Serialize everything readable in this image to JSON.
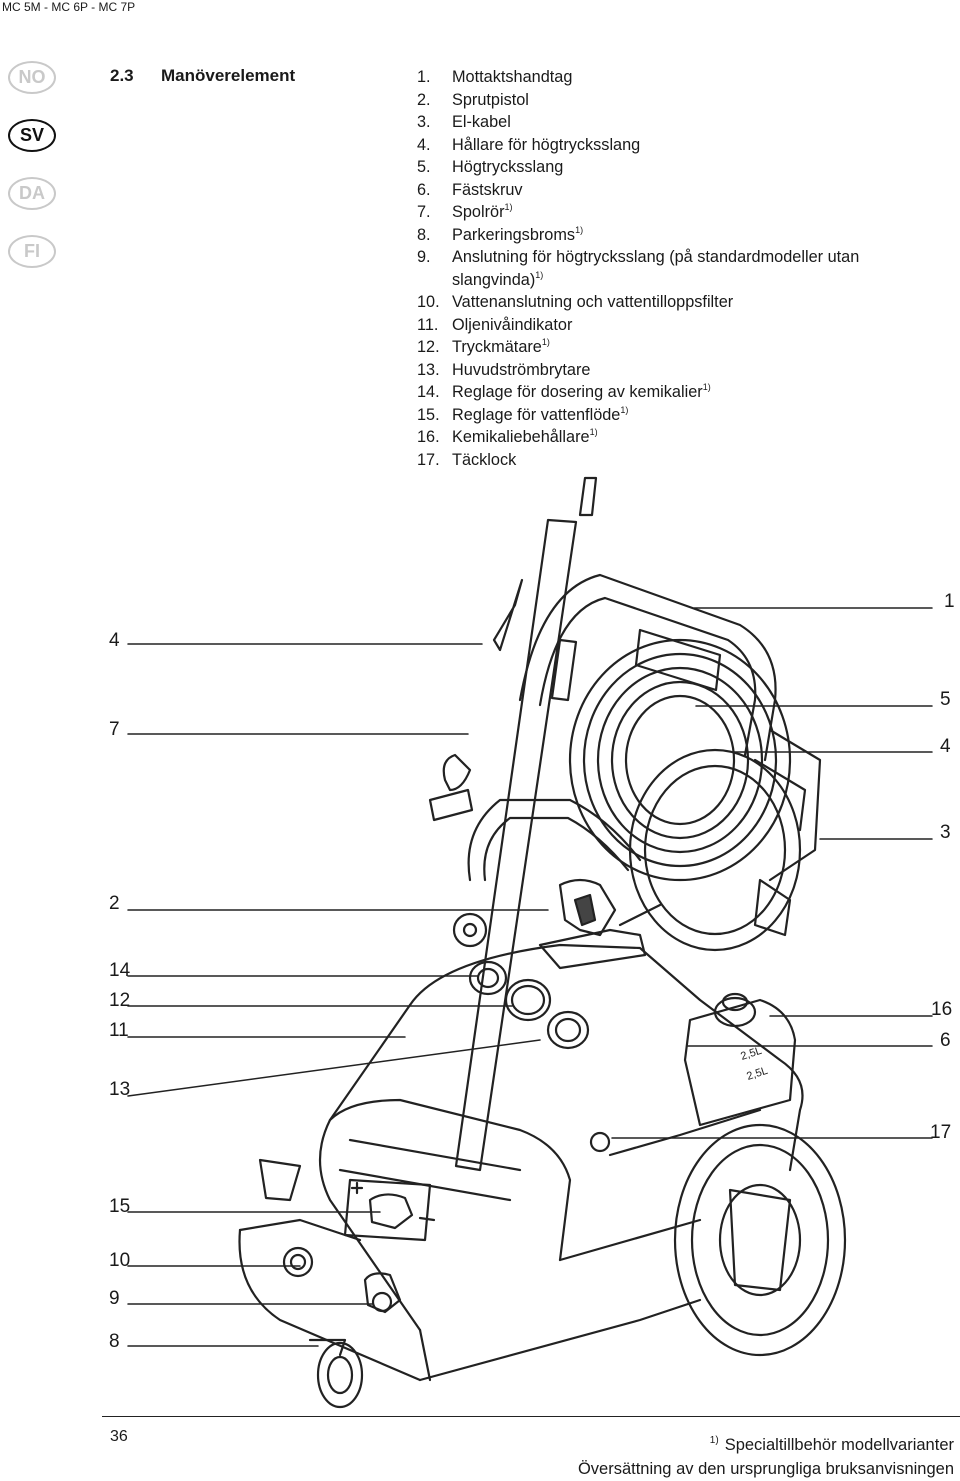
{
  "header": {
    "model_line": "MC 5M - MC 6P - MC 7P"
  },
  "languages": [
    {
      "code": "NO",
      "active": false
    },
    {
      "code": "SV",
      "active": true
    },
    {
      "code": "DA",
      "active": false
    },
    {
      "code": "FI",
      "active": false
    }
  ],
  "section": {
    "number": "2.3",
    "title": "Manöverelement"
  },
  "parts": [
    {
      "num": "1.",
      "label": "Mottaktshandtag",
      "note": ""
    },
    {
      "num": "2.",
      "label": "Sprutpistol",
      "note": ""
    },
    {
      "num": "3.",
      "label": "El-kabel",
      "note": ""
    },
    {
      "num": "4.",
      "label": "Hållare för högtrycksslang",
      "note": ""
    },
    {
      "num": "5.",
      "label": "Högtrycksslang",
      "note": ""
    },
    {
      "num": "6.",
      "label": "Fästskruv",
      "note": ""
    },
    {
      "num": "7.",
      "label": "Spolrör",
      "note": "1)"
    },
    {
      "num": "8.",
      "label": "Parkeringsbroms",
      "note": "1)"
    },
    {
      "num": "9.",
      "label": "Anslutning för högtrycksslang (på standardmodeller utan slangvinda)",
      "note": "1)"
    },
    {
      "num": "10.",
      "label": "Vattenanslutning och vattentilloppsfilter",
      "note": ""
    },
    {
      "num": "11.",
      "label": "Oljenivåindikator",
      "note": ""
    },
    {
      "num": "12.",
      "label": "Tryckmätare",
      "note": "1)"
    },
    {
      "num": "13.",
      "label": "Huvudströmbrytare",
      "note": ""
    },
    {
      "num": "14.",
      "label": "Reglage för dosering av kemikalier",
      "note": "1)"
    },
    {
      "num": "15.",
      "label": "Reglage för vattenflöde",
      "note": "1)"
    },
    {
      "num": "16.",
      "label": "Kemikaliebehållare",
      "note": "1)"
    },
    {
      "num": "17.",
      "label": "Täcklock",
      "note": ""
    }
  ],
  "figure": {
    "left_callouts": [
      "4",
      "7",
      "2",
      "14",
      "12",
      "11",
      "13",
      "15",
      "10",
      "9",
      "8"
    ],
    "right_callouts": [
      "1",
      "5",
      "4",
      "3",
      "16",
      "6",
      "17"
    ],
    "tank_marking": "2,5L"
  },
  "footer": {
    "page_number": "36",
    "footnote_marker": "1)",
    "footnote_text": "Specialtillbehör modellvarianter",
    "translation_note": "Översättning av den ursprungliga bruksanvisningen"
  }
}
